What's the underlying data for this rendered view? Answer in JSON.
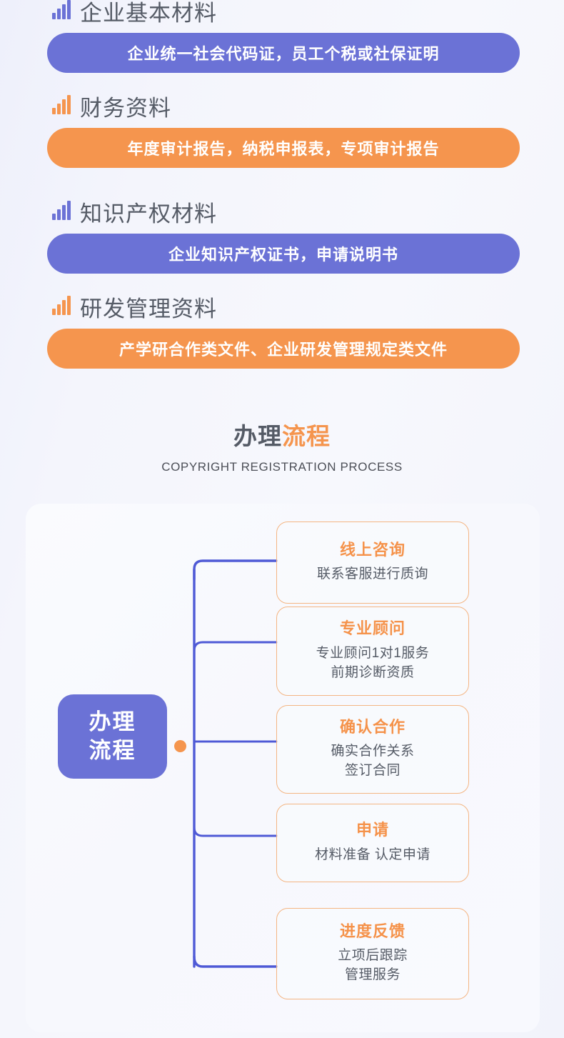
{
  "materials": {
    "icon_name": "bar-chart-icon",
    "colors": {
      "purple": "#6b72d6",
      "orange": "#f5954e",
      "heading": "#555b66"
    },
    "items": [
      {
        "title": "企业基本材料",
        "band_text": "企业统一社会代码证，员工个税或社保证明",
        "icon_color": "#6b72d6",
        "band_color": "#6b72d6"
      },
      {
        "title": "财务资料",
        "band_text": "年度审计报告，纳税申报表，专项审计报告",
        "icon_color": "#f5954e",
        "band_color": "#f5954e"
      },
      {
        "title": "知识产权材料",
        "band_text": "企业知识产权证书，申请说明书",
        "icon_color": "#6b72d6",
        "band_color": "#6b72d6"
      },
      {
        "title": "研发管理资料",
        "band_text": "产学研合作类文件、企业研发管理规定类文件",
        "icon_color": "#f5954e",
        "band_color": "#f5954e"
      }
    ]
  },
  "process": {
    "title_dark": "办理",
    "title_accent": "流程",
    "subtitle": "COPYRIGHT REGISTRATION PROCESS",
    "root_line1": "办理",
    "root_line2": "流程",
    "dot_color": "#f5954e",
    "connector_color": "#4f5ad6",
    "steps": [
      {
        "title": "线上咨询",
        "desc_line1": "联系客服进行质询",
        "desc_line2": ""
      },
      {
        "title": "专业顾问",
        "desc_line1": "专业顾问1对1服务",
        "desc_line2": "前期诊断资质"
      },
      {
        "title": "确认合作",
        "desc_line1": "确实合作关系",
        "desc_line2": "签订合同"
      },
      {
        "title": "申请",
        "desc_line1": "材料准备  认定申请",
        "desc_line2": ""
      },
      {
        "title": "进度反馈",
        "desc_line1": "立项后跟踪",
        "desc_line2": "管理服务"
      }
    ]
  }
}
